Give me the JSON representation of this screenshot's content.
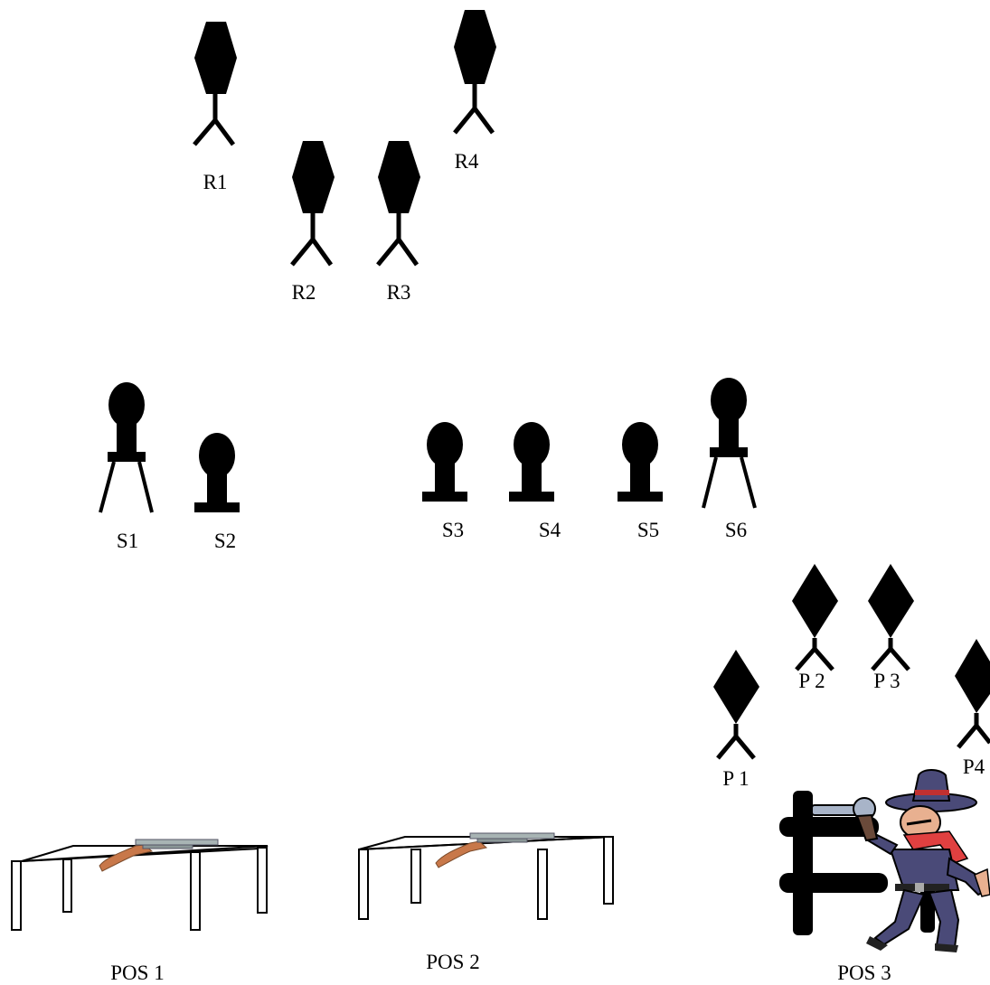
{
  "rifle_targets": [
    {
      "id": "r1",
      "label": "R1"
    },
    {
      "id": "r2",
      "label": "R2"
    },
    {
      "id": "r3",
      "label": "R3"
    },
    {
      "id": "r4",
      "label": "R4"
    }
  ],
  "shotgun_targets": [
    {
      "id": "s1",
      "label": "S1",
      "style": "tall-stand"
    },
    {
      "id": "s2",
      "label": "S2",
      "style": "base"
    },
    {
      "id": "s3",
      "label": "S3",
      "style": "base"
    },
    {
      "id": "s4",
      "label": "S4",
      "style": "base"
    },
    {
      "id": "s5",
      "label": "S5",
      "style": "base"
    },
    {
      "id": "s6",
      "label": "S6",
      "style": "tall-stand"
    }
  ],
  "pistol_targets": [
    {
      "id": "p1",
      "label": "P 1"
    },
    {
      "id": "p2",
      "label": "P 2"
    },
    {
      "id": "p3",
      "label": "P 3"
    },
    {
      "id": "p4",
      "label": "P4"
    }
  ],
  "positions": [
    {
      "id": "pos1",
      "label": "POS 1",
      "prop": "table-with-rifle"
    },
    {
      "id": "pos2",
      "label": "POS 2",
      "prop": "table-with-rifle"
    },
    {
      "id": "pos3",
      "label": "POS 3",
      "prop": "fence-with-cowboy"
    }
  ],
  "colors": {
    "target": "#000000",
    "rifle_stock": "#c8784a",
    "rifle_metal": "#a8b4b4",
    "cowboy_outfit": "#4a4a78",
    "cowboy_bandana": "#e04040"
  }
}
